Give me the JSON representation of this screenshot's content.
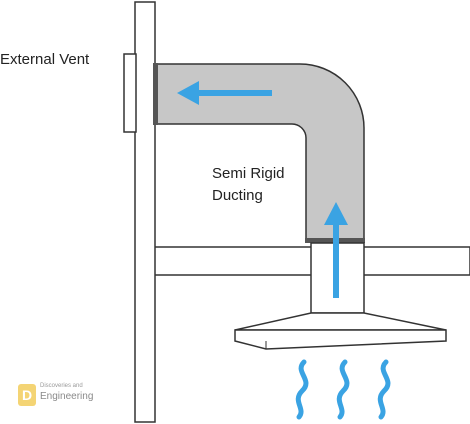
{
  "labels": {
    "external_vent": "External Vent",
    "duct_line1": "Semi Rigid",
    "duct_line2": "Ducting"
  },
  "watermark": {
    "top": "Discoveries and",
    "bottom": "Engineering"
  },
  "colors": {
    "duct_fill": "#c7c7c7",
    "outline": "#333333",
    "airflow_arrow": "#3aa3e3",
    "watermark": "#f3cd5c"
  }
}
